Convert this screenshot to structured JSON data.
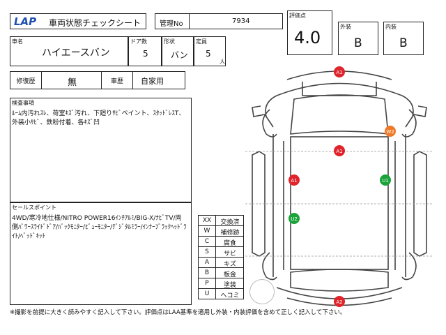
{
  "header": {
    "logo_text": "LAP",
    "sheet_title": "車両状態チェックシート",
    "mgmt_label": "管理No",
    "mgmt_no": "7934"
  },
  "vehicle": {
    "name_label": "車名",
    "name": "ハイエースバン",
    "doors_label": "ドア数",
    "doors": "5",
    "shape_label": "形状",
    "shape": "バン",
    "capacity_label": "定員",
    "capacity": "5",
    "capacity_unit": "人"
  },
  "scores": {
    "score_label": "評価点",
    "score": "4.0",
    "exterior_label": "外装",
    "exterior": "B",
    "interior_label": "内装",
    "interior": "B"
  },
  "history": {
    "repair_label": "修復歴",
    "repair": "無",
    "usage_label": "車歴",
    "usage": "自家用"
  },
  "inspection": {
    "label": "検査事項",
    "text": "ﾙｰﾑ内汚れｽﾚ、荷室ｷｽﾞ汚れ、下廻りｻﾋﾞペイント、ｽﾀｯﾄﾞﾚｽT、外装小ｻﾋﾞ、鉄粉付着、各ｷｽﾞ凹"
  },
  "sales": {
    "label": "セールスポイント",
    "text": "4WD/寒冷地仕様/NITRO POWER16ｲﾝﾁｱﾙﾐ/BIG-X/ﾅﾋﾞTV/両側ﾊﾟﾜｰｽﾗｲﾄﾞﾄﾞｱ/ﾊﾞｯｸﾓﾆﾀｰ/ﾋﾞｭｰﾓﾆﾀｰ/ﾃﾞｼﾞﾀﾙﾐﾗｰ/ｲﾝﾅｰﾌﾞﾗｯｸﾍｯﾄﾞﾗｲﾄ/ﾍﾞｯﾄﾞｷｯﾄ"
  },
  "legend": [
    {
      "code": "XX",
      "meaning": "交換済"
    },
    {
      "code": "W",
      "meaning": "補修跡"
    },
    {
      "code": "C",
      "meaning": "腐食"
    },
    {
      "code": "S",
      "meaning": "サビ"
    },
    {
      "code": "A",
      "meaning": "キズ"
    },
    {
      "code": "B",
      "meaning": "板金"
    },
    {
      "code": "P",
      "meaning": "塗装"
    },
    {
      "code": "U",
      "meaning": "ヘコミ"
    }
  ],
  "damage_marks": [
    {
      "code": "A1",
      "color": "#e0242b"
    },
    {
      "code": "W2",
      "color": "#ef7b2a"
    },
    {
      "code": "A1",
      "color": "#e0242b"
    },
    {
      "code": "A1",
      "color": "#e0242b"
    },
    {
      "code": "U1",
      "color": "#1aa33a"
    },
    {
      "code": "U2",
      "color": "#1aa33a"
    },
    {
      "code": "A2",
      "color": "#e0242b"
    }
  ],
  "footer": "※撮影を前提に大きく読みやすく記入して下さい。評価点はLAA基準を適用し外装・内装評価を含めて正しく記入して下さい。",
  "colors": {
    "logo_blue": "#1f4fb3",
    "line": "#222222"
  }
}
